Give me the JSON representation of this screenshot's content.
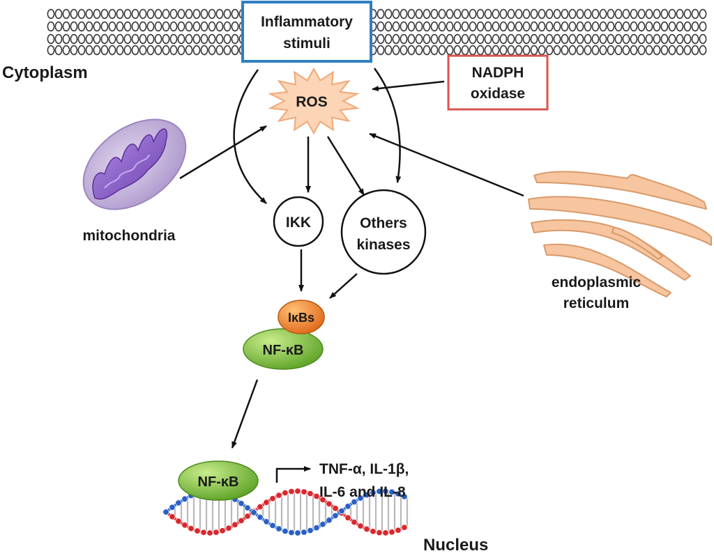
{
  "labels": {
    "inflammatory_line1": "Inflammatory",
    "inflammatory_line2": "stimuli",
    "cytoplasm": "Cytoplasm",
    "nadph_line1": "NADPH",
    "nadph_line2": "oxidase",
    "ros": "ROS",
    "mitochondria": "mitochondria",
    "ikk": "IKK",
    "others_line1": "Others",
    "others_line2": "kinases",
    "ikbs": "IκBs",
    "nfkb_cytoplasm": "NF-κB",
    "er_line1": "endoplasmic",
    "er_line2": "reticulum",
    "nfkb_nucleus": "NF-κB",
    "genes_line1": "TNF-α, IL-1β,",
    "genes_line2": "IL-6 and IL-8",
    "nucleus": "Nucleus"
  },
  "colors": {
    "inflammatory_box_border": "#2f7fc1",
    "nadph_box_border": "#d9534f",
    "ros_fill": "#fbd5b5",
    "ros_stroke": "#f0a878",
    "ikbs_fill": "#ee7d1b",
    "nfkb_fill": "#7bbd35",
    "mito_outer": "#c4b3dc",
    "mito_inner": "#8a5cc4",
    "er_fill": "#f7c59f",
    "er_stroke": "#d89a6a",
    "dna_red": "#d8282e",
    "dna_blue": "#2a5fc4",
    "membrane": "#3a3a3a"
  },
  "icons": {
    "mitochondria": "mitochondria-icon",
    "endoplasmic_reticulum": "endoplasmic-reticulum-icon",
    "dna": "dna-helix-icon",
    "membrane": "cell-membrane-icon"
  }
}
